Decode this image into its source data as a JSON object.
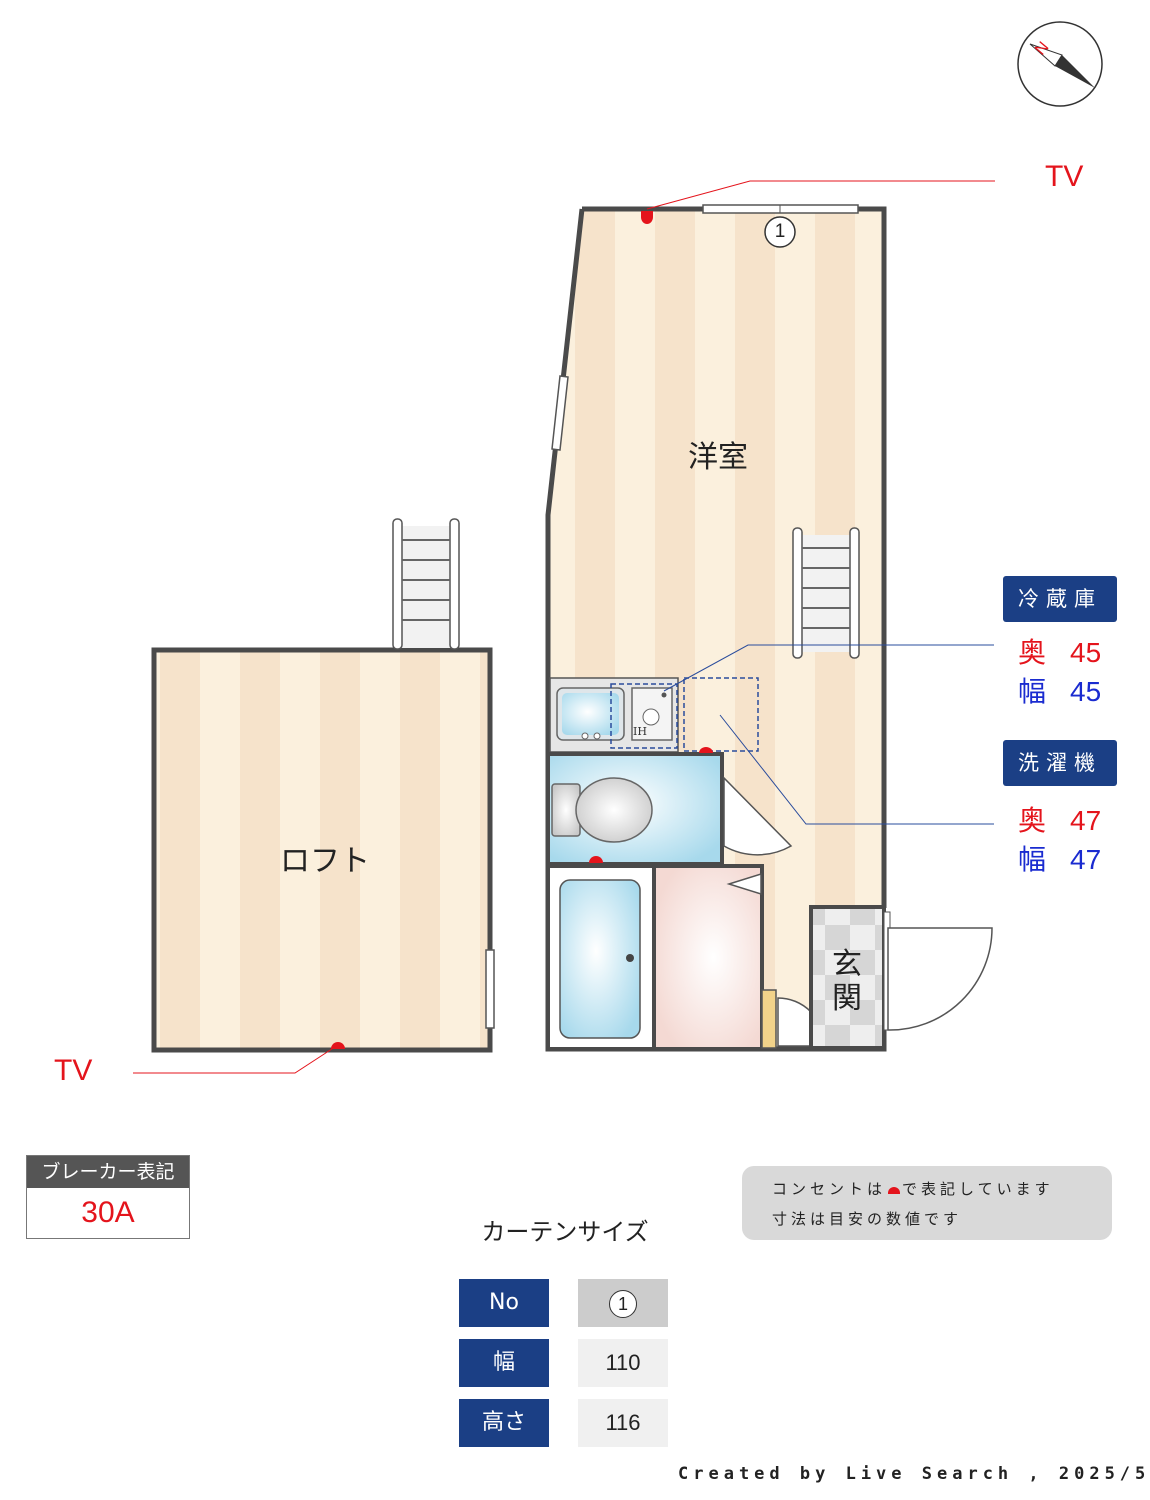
{
  "rooms": {
    "western": "洋室",
    "loft": "ロフト",
    "entrance": "玄関"
  },
  "tv_labels": [
    "TV",
    "TV"
  ],
  "window_marker": "1",
  "appliances": [
    {
      "label": "冷蔵庫",
      "depth_label": "奥",
      "depth": "45",
      "width_label": "幅",
      "width": "45"
    },
    {
      "label": "洗濯機",
      "depth_label": "奥",
      "depth": "47",
      "width_label": "幅",
      "width": "47"
    }
  ],
  "kitchen_icon": "IH",
  "breaker": {
    "title": "ブレーカー表記",
    "value": "30A"
  },
  "notes": {
    "line1_before": "コンセントは",
    "line1_after": "で表記しています",
    "line2": "寸法は目安の数値です"
  },
  "curtain": {
    "title": "カーテンサイズ",
    "rows": [
      {
        "header": "No",
        "value": "1"
      },
      {
        "header": "幅",
        "value": "110"
      },
      {
        "header": "高さ",
        "value": "116"
      }
    ]
  },
  "credit": "Created by Live Search , 2025/5",
  "colors": {
    "outlet": "#e4141c",
    "tag_bg": "#1b3f85",
    "depth": "#e4141c",
    "width": "#1a2bd0"
  },
  "icons": [
    "compass-icon",
    "ladder-icon",
    "sink-icon",
    "toilet-icon",
    "bathtub-icon",
    "outlet-icon"
  ]
}
